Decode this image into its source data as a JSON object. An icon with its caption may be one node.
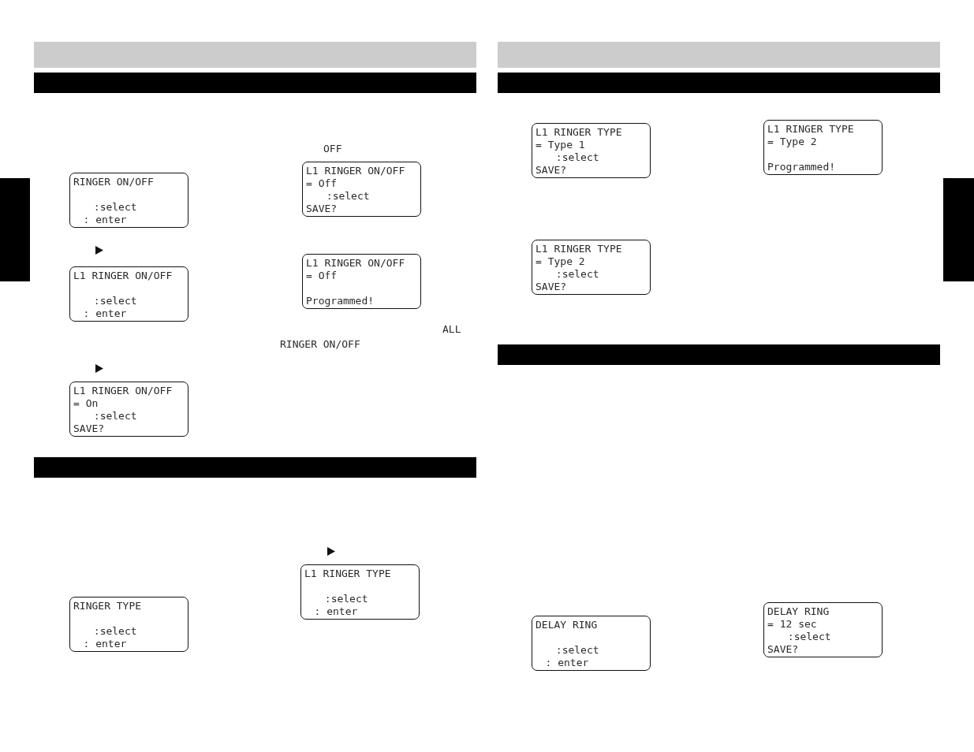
{
  "diagram": {
    "nodes": [
      {
        "text": [],
        "shape": "bar"
      },
      {
        "text": [
          "RINGER ON/OFF",
          ":select",
          ": enter"
        ]
      },
      {
        "text": [
          "L1 RINGER ON/OFF",
          ":select",
          ": enter"
        ]
      },
      {
        "text": [
          "L1 RINGER ON/OFF",
          "= On",
          ":select",
          "SAVE?"
        ]
      },
      {
        "text": [
          "L1 RINGER ON/OFF",
          "= Off",
          ":select",
          "SAVE?"
        ]
      },
      {
        "text": [
          "L1 RINGER ON/OFF",
          "= Off",
          "Programmed!"
        ]
      },
      {
        "text": [],
        "shape": "bar"
      },
      {
        "text": [
          "RINGER TYPE",
          ":select",
          ": enter"
        ]
      },
      {
        "text": [
          "L1 RINGER TYPE",
          ":select",
          ": enter"
        ]
      },
      {
        "text": [],
        "shape": "bar"
      },
      {
        "text": [],
        "shape": "bar"
      },
      {
        "text": [
          "L1 RINGER TYPE",
          "= Type 1",
          ":select",
          "SAVE?"
        ]
      },
      {
        "text": [
          "L1 RINGER TYPE",
          "= Type 2",
          ":select",
          "SAVE?"
        ]
      },
      {
        "text": [
          "L1 RINGER TYPE",
          "= Type 2",
          "Programmed!"
        ]
      },
      {
        "text": [],
        "shape": "bar"
      },
      {
        "text": [
          "DELAY RING",
          ":select",
          ": enter"
        ]
      },
      {
        "text": [
          "DELAY RING",
          "= 12 sec",
          ":select",
          "SAVE?"
        ]
      },
      {
        "text": [],
        "shape": "bar"
      }
    ],
    "labels": [
      "OFF",
      "ALL",
      "RINGER ON/OFF"
    ]
  }
}
